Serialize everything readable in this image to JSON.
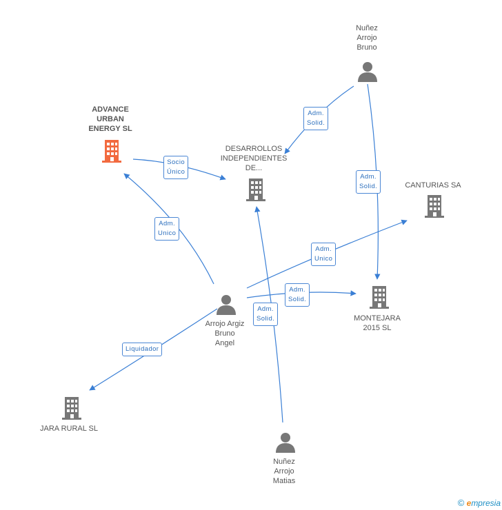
{
  "nodes": {
    "advance_urban": {
      "label": "ADVANCE\nURBAN\nENERGY SL",
      "type": "company",
      "color": "#f26a3f"
    },
    "desarrollos": {
      "label": "DESARROLLOS\nINDEPENDIENTES\nDE...",
      "type": "company",
      "color": "#777777"
    },
    "canturias": {
      "label": "CANTURIAS SA",
      "type": "company",
      "color": "#777777"
    },
    "montejara": {
      "label": "MONTEJARA\n2015  SL",
      "type": "company",
      "color": "#777777"
    },
    "jara_rural": {
      "label": "JARA RURAL SL",
      "type": "company",
      "color": "#777777"
    },
    "nunez_bruno": {
      "label": "Nuñez\nArrojo\nBruno",
      "type": "person",
      "color": "#777777"
    },
    "arrojo_argiz": {
      "label": "Arrojo Argiz\nBruno\nAngel",
      "type": "person",
      "color": "#777777"
    },
    "nunez_matias": {
      "label": "Nuñez\nArrojo\nMatias",
      "type": "person",
      "color": "#777777"
    }
  },
  "edges": [
    {
      "from": "advance_urban",
      "to": "desarrollos",
      "label": "Socio\nÚnico"
    },
    {
      "from": "nunez_bruno",
      "to": "desarrollos",
      "label": "Adm.\nSolid."
    },
    {
      "from": "nunez_bruno",
      "to": "montejara",
      "label": "Adm.\nSolid."
    },
    {
      "from": "arrojo_argiz",
      "to": "advance_urban",
      "label": "Adm.\nUnico"
    },
    {
      "from": "arrojo_argiz",
      "to": "canturias",
      "label": "Adm.\nUnico"
    },
    {
      "from": "arrojo_argiz",
      "to": "montejara",
      "label": "Adm.\nSolid."
    },
    {
      "from": "arrojo_argiz",
      "to": "jara_rural",
      "label": "Liquidador"
    },
    {
      "from": "nunez_matias",
      "to": "desarrollos",
      "label": "Adm.\nSolid."
    }
  ],
  "colors": {
    "edge": "#3a7fd5",
    "icon_gray": "#777777",
    "icon_focus": "#f26a3f"
  },
  "footer": {
    "copyright": "©",
    "brand_first": "e",
    "brand_rest": "mpresia"
  }
}
